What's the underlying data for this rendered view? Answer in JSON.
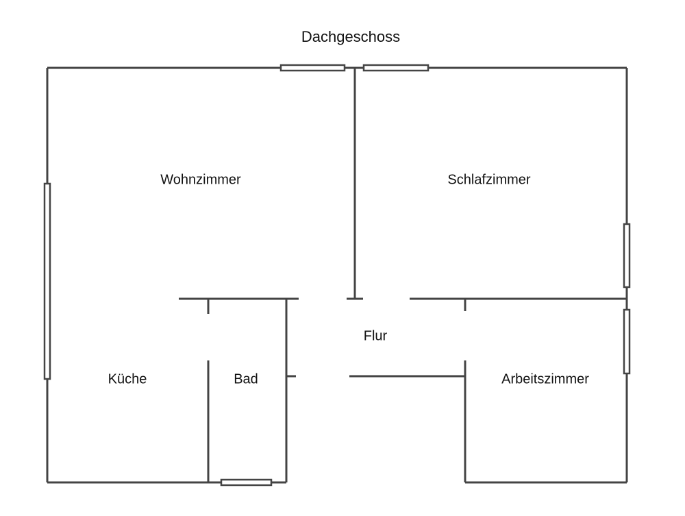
{
  "title": "Dachgeschoss",
  "rooms": {
    "wohnzimmer": "Wohnzimmer",
    "schlafzimmer": "Schlafzimmer",
    "flur": "Flur",
    "kueche": "Küche",
    "bad": "Bad",
    "arbeitszimmer": "Arbeitszimmer"
  },
  "colors": {
    "wall": "#444444",
    "background": "#ffffff",
    "text": "#111111"
  }
}
